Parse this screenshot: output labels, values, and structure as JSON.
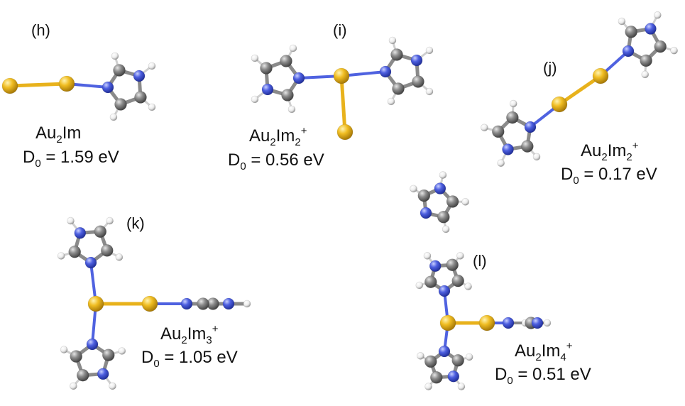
{
  "panels": [
    {
      "id": "h",
      "label": "(h)",
      "formula": {
        "base": "Au",
        "sub": "2",
        "rest": "Im",
        "sup": ""
      },
      "d0": {
        "sym": "D",
        "sub": "0",
        "value": " = 1.59 eV"
      }
    },
    {
      "id": "i",
      "label": "(i)",
      "formula": {
        "base": "Au",
        "sub": "2",
        "rest": "Im",
        "sub2": "2",
        "sup": "+"
      },
      "d0": {
        "sym": "D",
        "sub": "0",
        "value": " = 0.56 eV"
      }
    },
    {
      "id": "j",
      "label": "(j)",
      "formula": {
        "base": "Au",
        "sub": "2",
        "rest": "Im",
        "sub2": "2",
        "sup": "+"
      },
      "d0": {
        "sym": "D",
        "sub": "0",
        "value": " = 0.17 eV"
      }
    },
    {
      "id": "k",
      "label": "(k)",
      "formula": {
        "base": "Au",
        "sub": "2",
        "rest": "Im",
        "sub2": "3",
        "sup": "+"
      },
      "d0": {
        "sym": "D",
        "sub": "0",
        "value": " = 1.05 eV"
      }
    },
    {
      "id": "l",
      "label": "(l)",
      "formula": {
        "base": "Au",
        "sub": "2",
        "rest": "Im",
        "sub2": "4",
        "sup": "+"
      },
      "d0": {
        "sym": "D",
        "sub": "0",
        "value": " = 0.51 eV"
      }
    }
  ],
  "colors": {
    "gold": "#e8b21c",
    "nitrogen": "#4f62e0",
    "carbon": "#8a8a8a",
    "hydrogen": "#ececec",
    "au_bond": "#e8b21c",
    "n_bond": "#4f62e0"
  }
}
